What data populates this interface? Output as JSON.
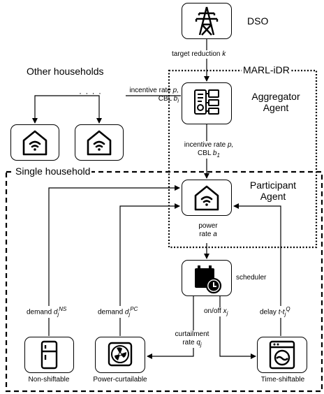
{
  "nodes": {
    "dso": {
      "label": "DSO",
      "icon": "transmission-tower-icon"
    },
    "aggregator": {
      "label_line1": "Aggregator",
      "label_line2": "Agent",
      "icon": "dashboard-gears-icon"
    },
    "other_households": {
      "label": "Other households",
      "icon": "smart-home-wifi-icon"
    },
    "participant": {
      "label_line1": "Participant",
      "label_line2": "Agent",
      "icon": "smart-home-wifi-icon"
    },
    "scheduler": {
      "label": "scheduler",
      "icon": "calendar-clock-icon"
    },
    "non_shiftable": {
      "label": "Non-shiftable",
      "icon": "refrigerator-icon"
    },
    "power_curtailable": {
      "label": "Power-curtailable",
      "icon": "fan-icon"
    },
    "time_shiftable": {
      "label": "Time-shiftable",
      "icon": "washing-machine-icon"
    }
  },
  "regions": {
    "marl_idr": "MARL-iDR",
    "single_household": "Single household",
    "ellipsis": "· · · ·"
  },
  "edges": {
    "target_reduction": {
      "text": "target reduction",
      "var": "k"
    },
    "incentive_others": {
      "line1_text": "incentive rate",
      "line1_var": "p,",
      "line2_text": "CBL",
      "line2_var": "b",
      "line2_sub": "i"
    },
    "incentive_participant": {
      "line1_text": "incentive rate",
      "line1_var": "p,",
      "line2_text": "CBL",
      "line2_var": "b",
      "line2_sub": "1"
    },
    "power_rate": {
      "line1": "power",
      "line2_text": "rate",
      "line2_var": "a"
    },
    "demand_ns": {
      "text": "demand",
      "var": "d",
      "sub": "j",
      "sup": "NS"
    },
    "demand_pc": {
      "text": "demand",
      "var": "d",
      "sub": "j",
      "sup": "PC"
    },
    "on_off": {
      "text": "on/off",
      "var": "x",
      "sub": "j"
    },
    "delay": {
      "text": "delay",
      "var_a": "t-t",
      "sub": "j",
      "sup": "Q"
    },
    "curtailment": {
      "line1": "curtailment",
      "line2_text": "rate",
      "line2_var": "q",
      "line2_sub": "j"
    }
  },
  "colors": {
    "stroke": "#000000",
    "background": "#ffffff"
  }
}
